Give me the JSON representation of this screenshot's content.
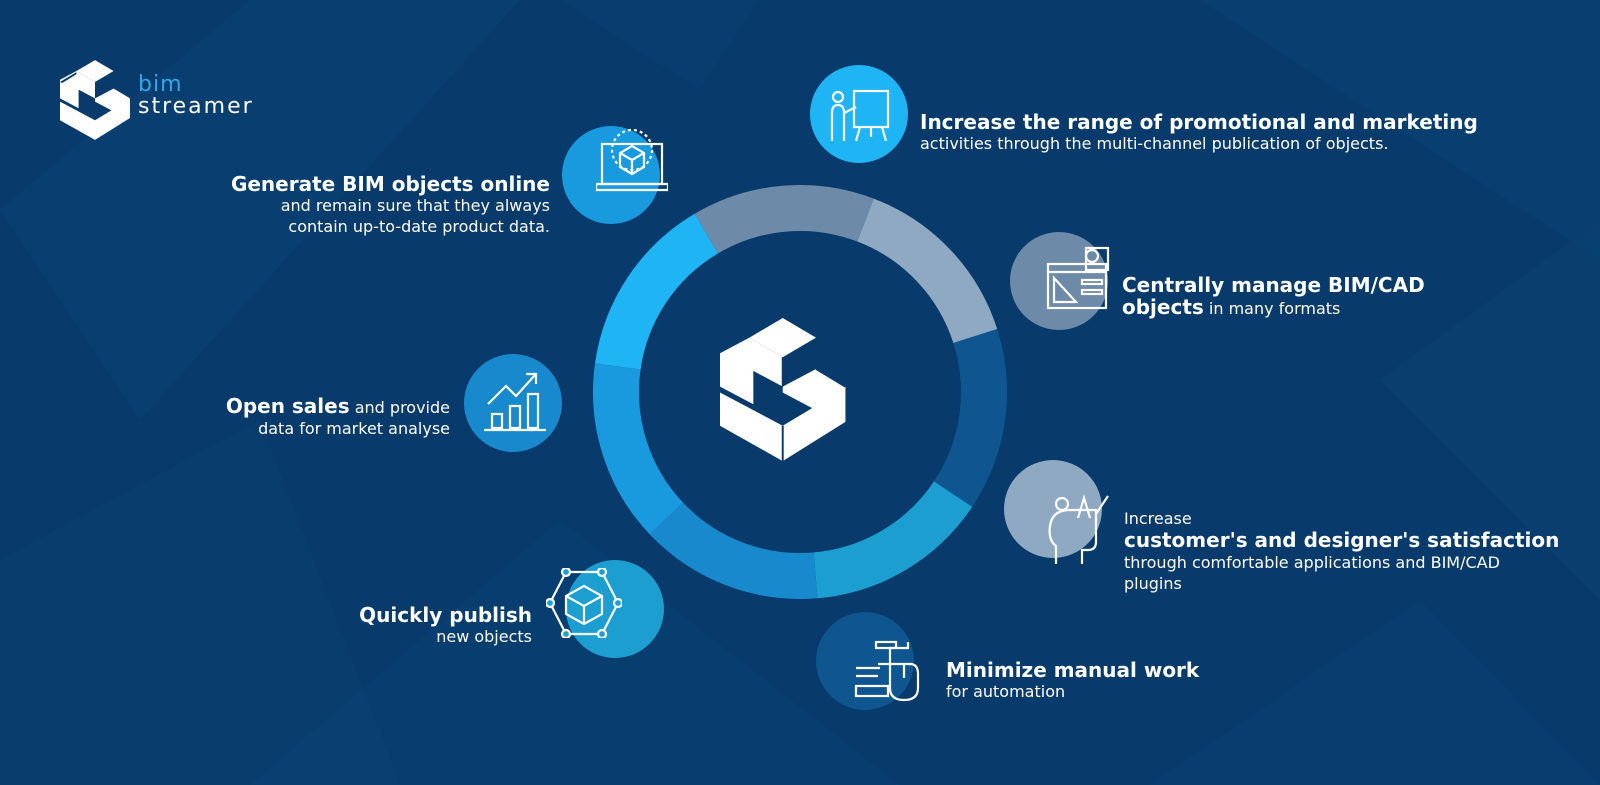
{
  "brand": {
    "word_top": "bim",
    "word_bottom": "streamer",
    "colors": {
      "background": "#083a6b",
      "accent": "#2ea8ea",
      "text": "#ffffff"
    }
  },
  "features": [
    {
      "id": "promote",
      "icon": "presentation-board-icon",
      "color": "#1fb5f5",
      "title": "Increase the range of promotional and marketing",
      "desc": "activities through the multi-channel publication of objects."
    },
    {
      "id": "manage",
      "icon": "design-blueprint-icon",
      "color": "#6d8aa8",
      "title_1": "Centrally manage BIM/CAD",
      "title_2": "objects",
      "desc": "in many formats"
    },
    {
      "id": "satisfaction",
      "icon": "creative-head-icon",
      "color": "#8fa9c2",
      "pre": "Increase",
      "title": "customer's and designer's satisfaction",
      "desc_1": "through comfortable applications and BIM/CAD",
      "desc_2": "plugins"
    },
    {
      "id": "manual",
      "icon": "automation-tools-icon",
      "color": "#0f5690",
      "title": "Minimize manual work",
      "desc": "for automation"
    },
    {
      "id": "publish",
      "icon": "network-cube-icon",
      "color": "#1c9fd0",
      "title": "Quickly publish",
      "desc": "new objects"
    },
    {
      "id": "sales",
      "icon": "growth-chart-icon",
      "color": "#1789cc",
      "title": "Open sales",
      "desc_inline": "and provide",
      "desc_2": "data for market analyse"
    },
    {
      "id": "generate",
      "icon": "laptop-cube-icon",
      "color": "#1a9ade",
      "title": "Generate BIM objects online",
      "desc_1": "and remain sure that they always",
      "desc_2": "contain up-to-date product data."
    }
  ]
}
